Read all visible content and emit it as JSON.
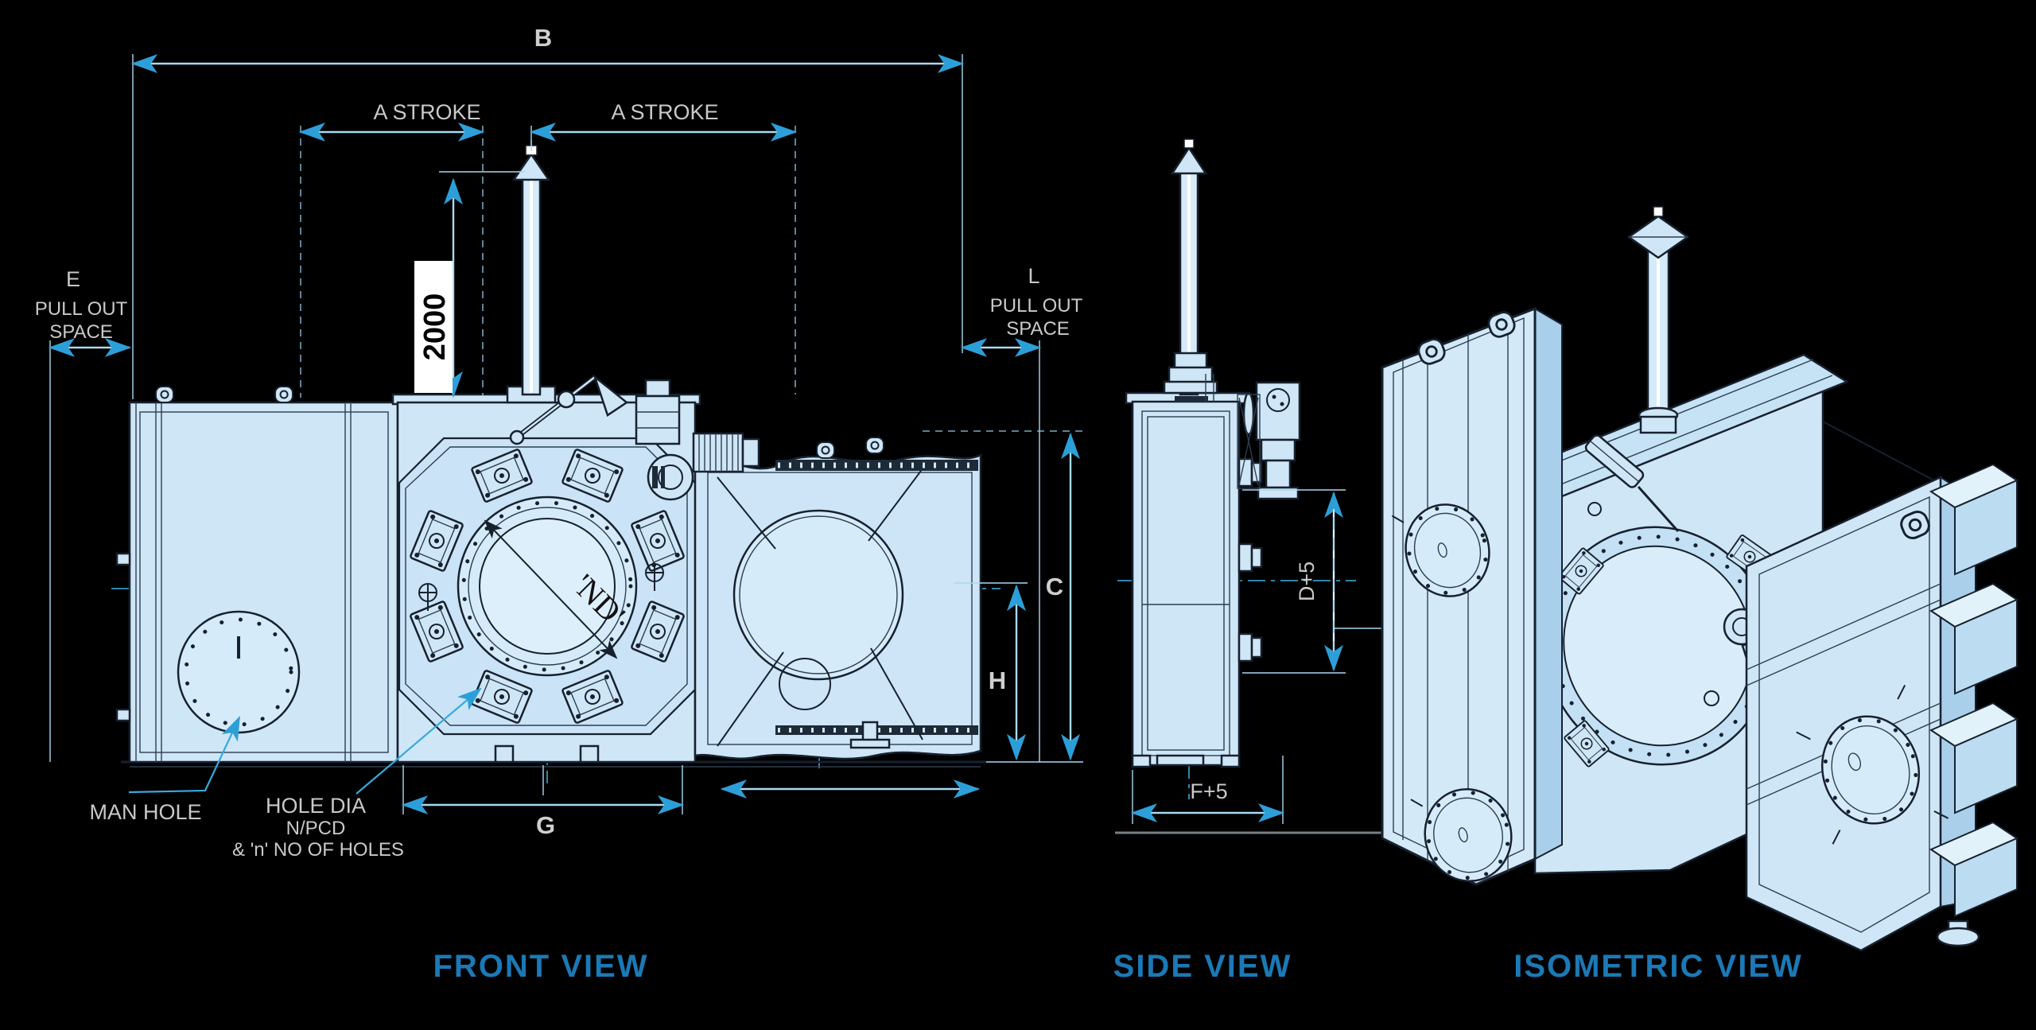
{
  "colors": {
    "background": "#000000",
    "drawing_fill": "#cfe6f7",
    "drawing_outline": "#17212e",
    "dimension_arrow_blue": "#2d9fd8",
    "dimension_line_blue": "#a9d9f2",
    "label_gray": "#c9c9c9",
    "title_blue": "#1b79b6",
    "centerline_cyan": "#45bdf0"
  },
  "views": {
    "front": {
      "title": "FRONT VIEW"
    },
    "side": {
      "title": "SIDE VIEW"
    },
    "isometric": {
      "title": "ISOMETRIC VIEW"
    }
  },
  "dimensions": {
    "overall_width": "B",
    "stroke_left": "A STROKE",
    "stroke_right": "A STROKE",
    "stem_length": "2000",
    "pullout_left": {
      "letter": "E",
      "line2": "PULL OUT",
      "line3": "SPACE"
    },
    "pullout_right": {
      "letter": "L",
      "line2": "PULL OUT",
      "line3": "SPACE"
    },
    "nominal_diameter": "'ND'",
    "overall_height": "C",
    "opening_height": "H",
    "base_width": "G",
    "side_width": "F+5",
    "side_depth": "D+5"
  },
  "callouts": {
    "manhole": "MAN HOLE",
    "bolt_holes": {
      "line1": "HOLE DIA",
      "line2": "N/PCD",
      "line3": "& 'n' NO OF HOLES"
    }
  }
}
